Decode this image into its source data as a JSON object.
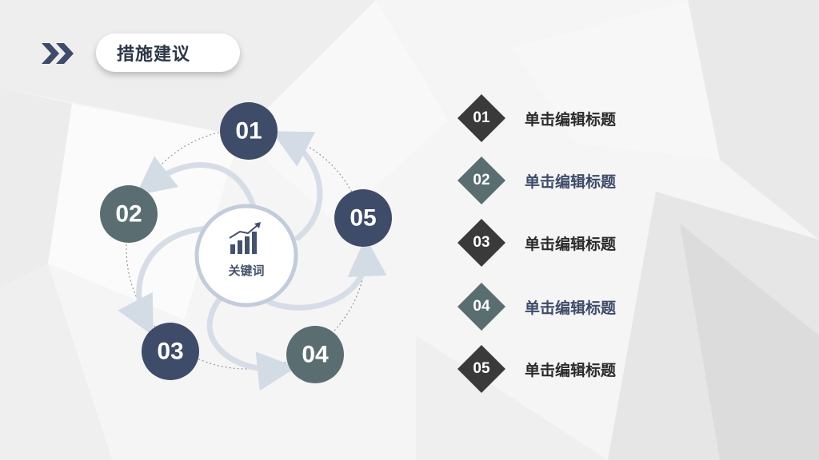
{
  "header": {
    "title": "措施建议"
  },
  "cycle": {
    "center_label": "关键词",
    "center_icon": "bar-chart-growth-icon",
    "nodes": [
      {
        "number": "01",
        "color": "#3e4b69"
      },
      {
        "number": "02",
        "color": "#5a6e72"
      },
      {
        "number": "03",
        "color": "#3e4b69"
      },
      {
        "number": "04",
        "color": "#5a6e72"
      },
      {
        "number": "05",
        "color": "#3e4b69"
      }
    ]
  },
  "list": {
    "items": [
      {
        "number": "01",
        "label": "单击编辑标题",
        "diamond_color": "#3a3a3a",
        "text_color": "#2b2b2b"
      },
      {
        "number": "02",
        "label": "单击编辑标题",
        "diamond_color": "#5a6e72",
        "text_color": "#3e4b69"
      },
      {
        "number": "03",
        "label": "单击编辑标题",
        "diamond_color": "#3a3a3a",
        "text_color": "#2b2b2b"
      },
      {
        "number": "04",
        "label": "单击编辑标题",
        "diamond_color": "#5a6e72",
        "text_color": "#3e4b69"
      },
      {
        "number": "05",
        "label": "单击编辑标题",
        "diamond_color": "#3a3a3a",
        "text_color": "#2b2b2b"
      }
    ]
  },
  "colors": {
    "accent_navy": "#3e4b69",
    "accent_slate": "#5a6e72",
    "arrow": "#d3dbe5"
  }
}
